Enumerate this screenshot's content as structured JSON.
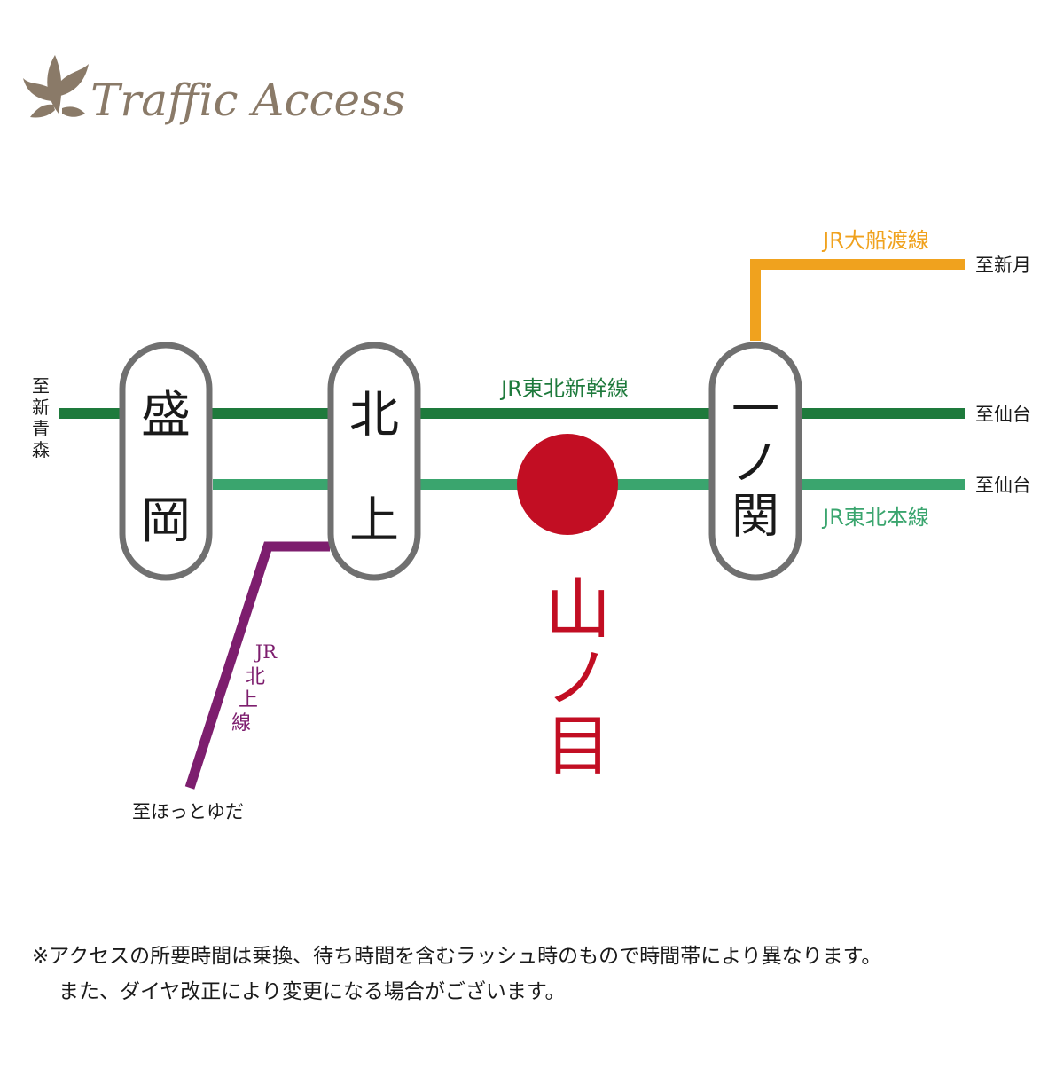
{
  "header": {
    "title": "Traffic Access",
    "logo_icon": "leaf-ornament-icon"
  },
  "colors": {
    "brand": "#8a7a68",
    "shinkansen": "#1e7a3c",
    "honsen": "#3aa56e",
    "ofunato": "#f0a21e",
    "kitakami_line": "#7d1e6e",
    "station_border": "#707070",
    "destination": "#c20e23"
  },
  "lines": {
    "shinkansen": "JR東北新幹線",
    "honsen": "JR東北本線",
    "ofunato": "JR大船渡線",
    "kitakami": "JR北上線"
  },
  "stations": {
    "morioka": "盛岡",
    "kitakami": "北上",
    "ichinoseki": "一ノ関",
    "destination": "山ノ目"
  },
  "directions": {
    "shin_aomori": "至新青森",
    "sendai_shinkansen": "至仙台",
    "sendai_honsen": "至仙台",
    "shintsuki": "至新月",
    "hottoyuda": "至ほっとゆだ"
  },
  "notes": {
    "line1": "※アクセスの所要時間は乗換、待ち時間を含むラッシュ時のもので時間帯により異なります。",
    "line2": "また、ダイヤ改正により変更になる場合がございます。"
  }
}
